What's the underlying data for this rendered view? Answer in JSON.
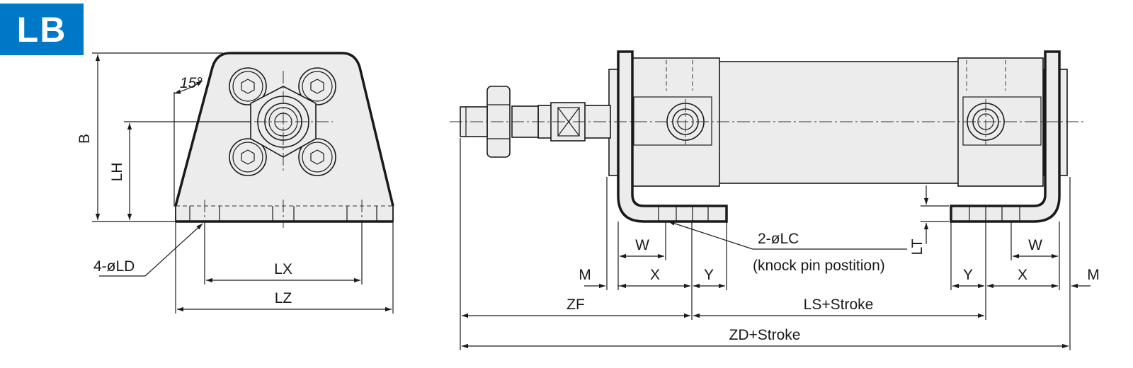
{
  "badge": {
    "text": "LB",
    "color": "#0078c8"
  },
  "left_view": {
    "angle_label": "15°",
    "dim_B": "B",
    "dim_LH": "LH",
    "dim_LX": "LX",
    "dim_LZ": "LZ",
    "hole_label": "4-øLD"
  },
  "right_view": {
    "knock_pin_label": "2-øLC",
    "knock_pin_note": "(knock pin postition)",
    "dim_LT": "LT",
    "dim_W_left": "W",
    "dim_W_right": "W",
    "dim_M_left": "M",
    "dim_X_left": "X",
    "dim_Y_left": "Y",
    "dim_Y_right": "Y",
    "dim_X_right": "X",
    "dim_M_right": "M",
    "dim_ZF": "ZF",
    "dim_LS": "LS+Stroke",
    "dim_ZD": "ZD+Stroke"
  },
  "colors": {
    "line": "#1a1a1a",
    "part_fill": "#ececec"
  }
}
